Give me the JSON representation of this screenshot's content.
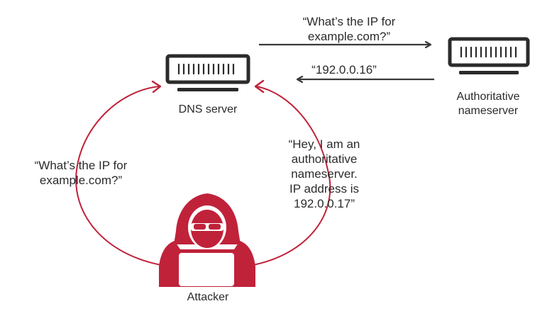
{
  "nodes": {
    "dns_server": {
      "label": "DNS server"
    },
    "authoritative": {
      "lines": [
        "Authoritative",
        "nameserver"
      ]
    },
    "attacker": {
      "label": "Attacker"
    }
  },
  "messages": {
    "query_top": {
      "lines": [
        "“What’s the IP for",
        "example.com?”"
      ]
    },
    "response_top": {
      "text": "“192.0.0.16”"
    },
    "query_left": {
      "lines": [
        "“What’s the IP for",
        "example.com?”"
      ]
    },
    "spoof_right": {
      "lines": [
        "“Hey, I am an",
        "authoritative",
        "nameserver.",
        "IP address is",
        "192.0.0.17”"
      ]
    }
  },
  "colors": {
    "attack_red": "#c0223a",
    "ink": "#2b2b2b",
    "arrow_gray": "#3a3a3a"
  }
}
